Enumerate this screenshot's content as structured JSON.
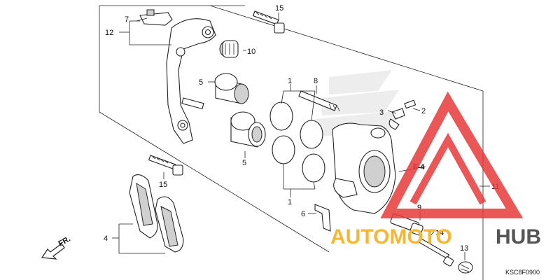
{
  "diagram": {
    "code": "KSC8F0900",
    "front_arrow": "FR.",
    "ref_label": "F-4",
    "callouts": {
      "c1a": "1",
      "c1b": "1",
      "c2": "2",
      "c3": "3",
      "c4": "4",
      "c5a": "5",
      "c5b": "5",
      "c6": "6",
      "c7": "7",
      "c8": "8",
      "c9": "9",
      "c10": "10",
      "c11": "11",
      "c12": "12",
      "c13": "13",
      "c14": "14",
      "c15a": "15",
      "c15b": "15"
    }
  },
  "watermark": {
    "word_a": "AUTOMOTO",
    "word_b": "HUB",
    "color_a": "#f7b733",
    "color_b": "#555555",
    "logo_color": "#e8393a"
  }
}
